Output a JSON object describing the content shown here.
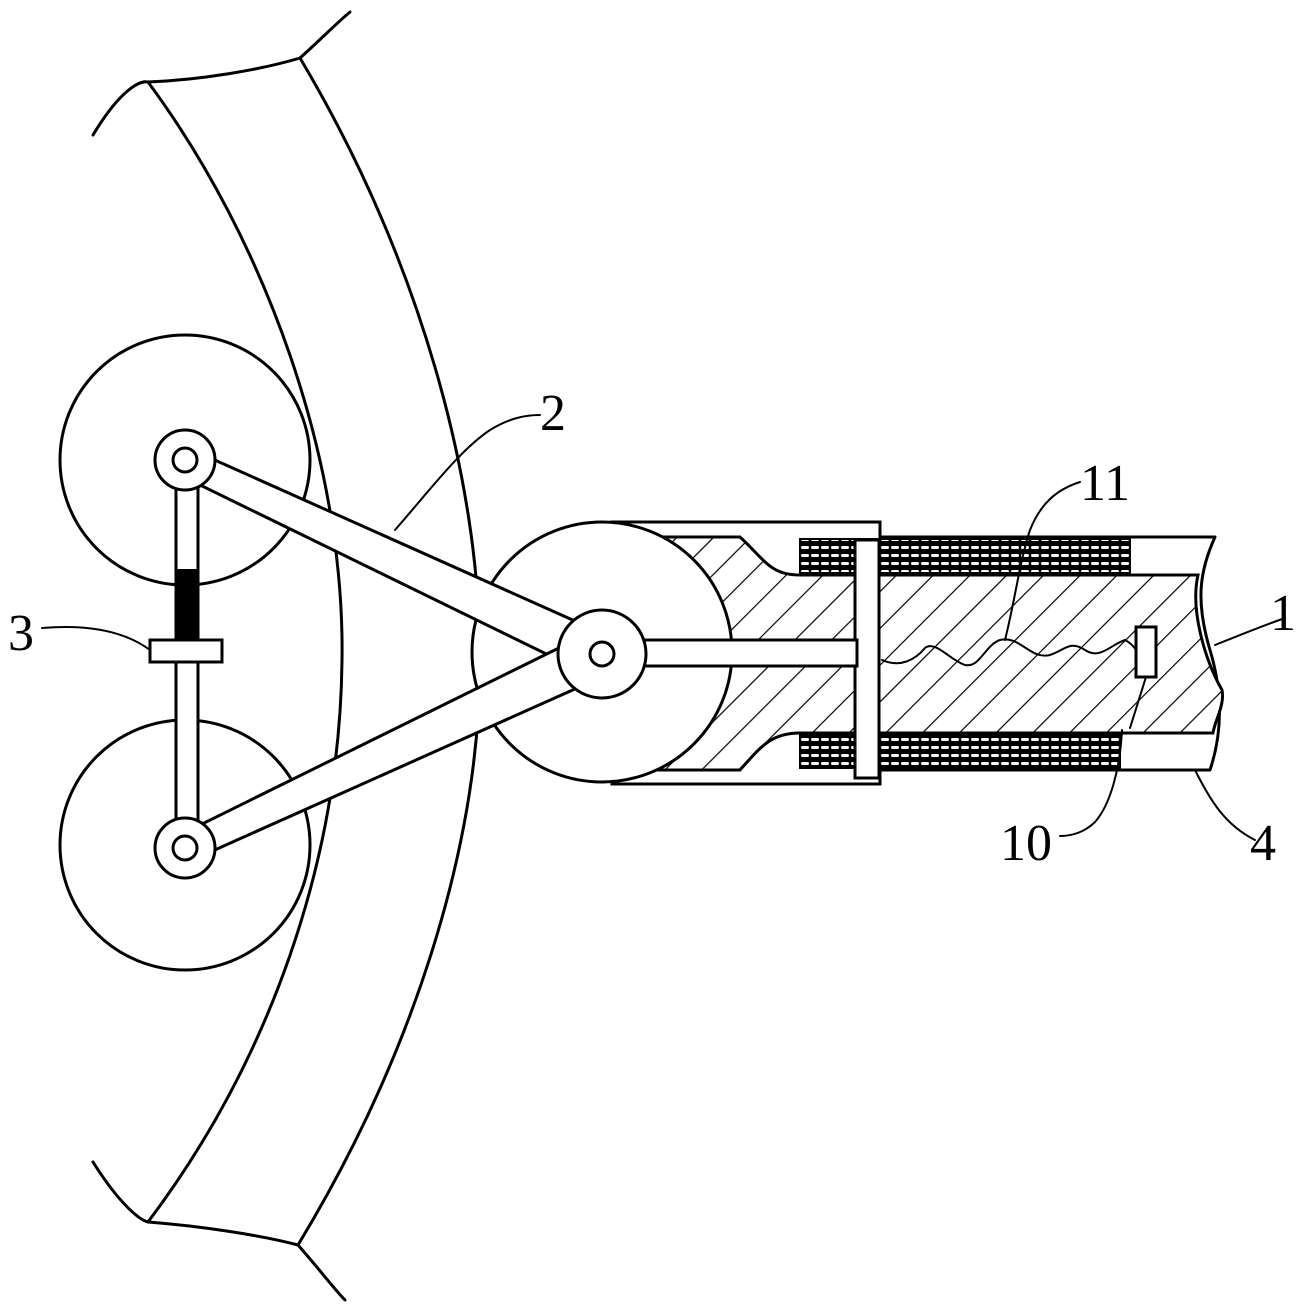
{
  "figure": {
    "labels": {
      "l1": "1",
      "l2": "2",
      "l3": "3",
      "l4": "4",
      "l10": "10",
      "l11": "11"
    },
    "colors": {
      "ink": "#000000",
      "paper": "#ffffff"
    }
  }
}
